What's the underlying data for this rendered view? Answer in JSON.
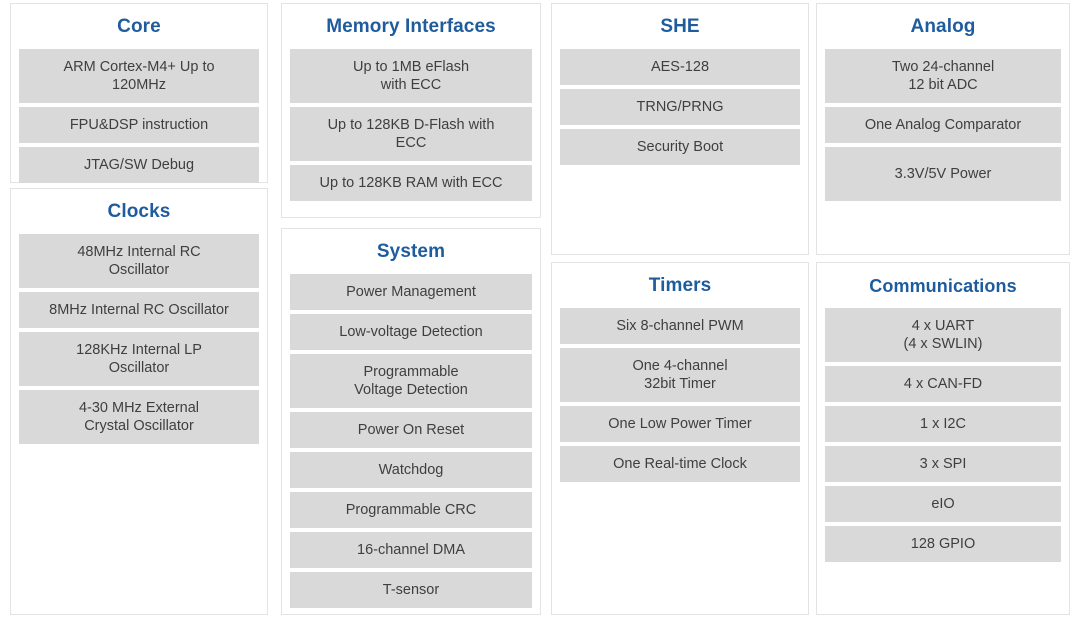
{
  "theme": {
    "title_color": "#1F5C9E",
    "item_bg": "#D9D9D9",
    "item_text": "#3F3F3F",
    "panel_border": "#E3E3E3",
    "page_bg": "#FFFFFF"
  },
  "panels": {
    "core": {
      "title": "Core",
      "items": [
        "ARM Cortex-M4+ Up to\n120MHz",
        "FPU&DSP instruction",
        "JTAG/SW Debug"
      ]
    },
    "clocks": {
      "title": "Clocks",
      "items": [
        "48MHz Internal RC\nOscillator",
        "8MHz Internal RC Oscillator",
        "128KHz Internal LP\nOscillator",
        "4-30 MHz External\nCrystal Oscillator"
      ]
    },
    "memory": {
      "title": "Memory Interfaces",
      "items": [
        "Up to 1MB eFlash\nwith ECC",
        "Up to 128KB D-Flash with\nECC",
        "Up to 128KB RAM with ECC"
      ]
    },
    "system": {
      "title": "System",
      "items": [
        "Power Management",
        "Low-voltage Detection",
        "Programmable\nVoltage Detection",
        "Power On Reset",
        "Watchdog",
        "Programmable CRC",
        "16-channel DMA",
        "T-sensor"
      ]
    },
    "she": {
      "title": "SHE",
      "items": [
        "AES-128",
        "TRNG/PRNG",
        "Security Boot"
      ]
    },
    "timers": {
      "title": "Timers",
      "items": [
        "Six 8-channel PWM",
        "One 4-channel\n32bit Timer",
        "One Low Power Timer",
        "One Real-time Clock"
      ]
    },
    "analog": {
      "title": "Analog",
      "items": [
        "Two 24-channel\n12 bit ADC",
        "One Analog Comparator",
        "3.3V/5V Power"
      ]
    },
    "comms": {
      "title": "Communications",
      "items": [
        "4 x UART\n(4 x SWLIN)",
        "4 x CAN-FD",
        "1 x I2C",
        "3 x SPI",
        "eIO",
        "128 GPIO"
      ]
    }
  }
}
